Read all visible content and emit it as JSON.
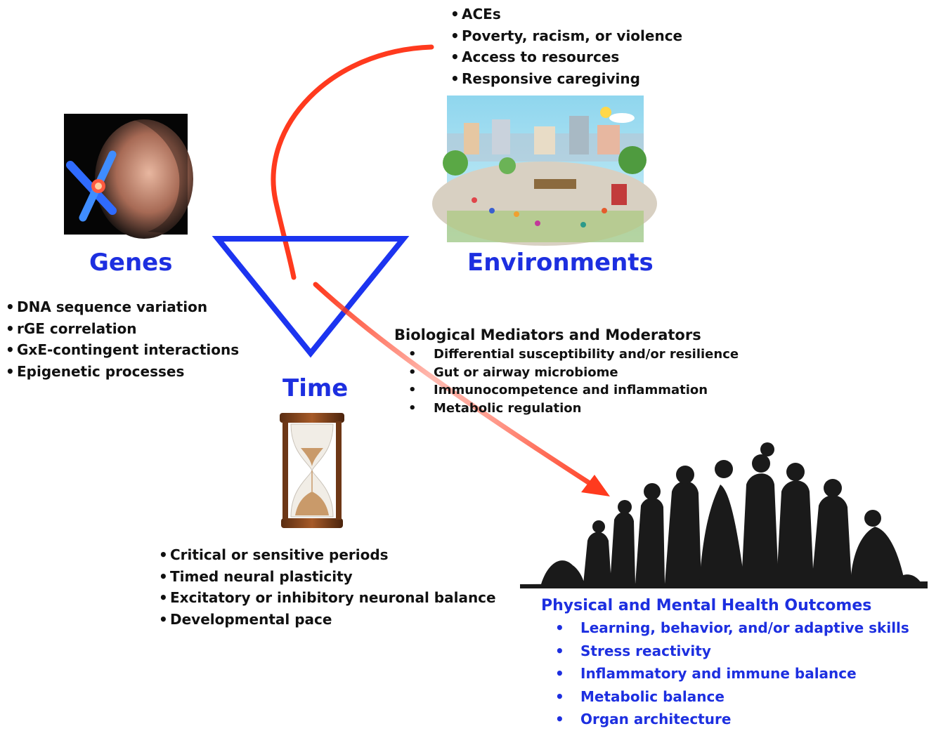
{
  "environments": {
    "title": "Environments",
    "items": [
      "ACEs",
      "Poverty, racism, or violence",
      "Access to resources",
      "Responsive caregiving"
    ]
  },
  "genes": {
    "title": "Genes",
    "items": [
      "DNA sequence variation",
      "rGE correlation",
      "GxE-contingent interactions",
      "Epigenetic processes"
    ]
  },
  "time": {
    "title": "Time",
    "items": [
      "Critical or sensitive periods",
      "Timed neural plasticity",
      "Excitatory or inhibitory neuronal balance",
      "Developmental pace"
    ]
  },
  "mediators": {
    "title": "Biological Mediators and Moderators",
    "items": [
      "Differential susceptibility and/or resilience",
      "Gut or airway microbiome",
      "Immunocompetence and inflammation",
      "Metabolic regulation"
    ]
  },
  "outcomes": {
    "title": "Physical and Mental Health Outcomes",
    "items": [
      "Learning, behavior, and/or adaptive skills",
      "Stress reactivity",
      "Inflammatory and immune balance",
      "Metabolic balance",
      "Organ architecture"
    ]
  },
  "colors": {
    "heading_blue": "#1d2fe0",
    "triangle_blue": "#1c34f0",
    "arrow_red": "#ff3a1e",
    "text": "#111111"
  },
  "icons": [
    "baby-chromosome-image",
    "neighborhood-illustration",
    "hourglass-icon",
    "life-stages-silhouette"
  ]
}
